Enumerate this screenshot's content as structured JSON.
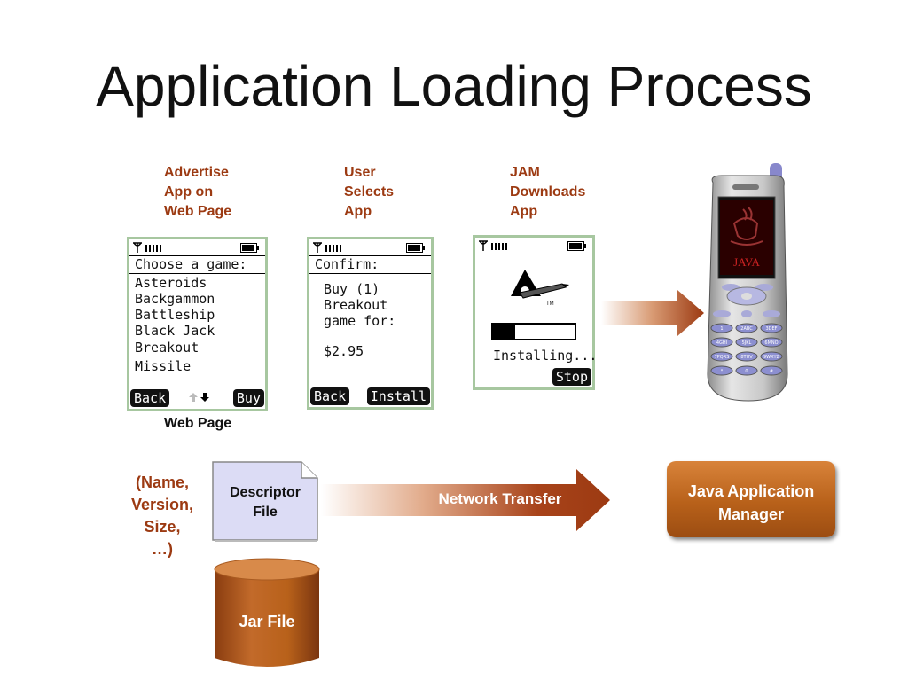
{
  "title": "Application Loading Process",
  "steps": [
    {
      "lines": [
        "Advertise",
        "App on",
        "Web Page"
      ]
    },
    {
      "lines": [
        "User",
        "Selects",
        "App"
      ]
    },
    {
      "lines": [
        "JAM",
        "Downloads",
        "App"
      ]
    }
  ],
  "screen1": {
    "header": "Choose a game:",
    "items": [
      "Asteroids",
      "Backgammon",
      "Battleship",
      "Black Jack",
      "Breakout",
      "Missile"
    ],
    "left_key": "Back",
    "right_key": "Buy"
  },
  "screen2": {
    "header": "Confirm:",
    "lines": [
      "Buy (1)",
      "Breakout",
      "game for:"
    ],
    "price": "$2.95",
    "left_key": "Back",
    "right_key": "Install"
  },
  "screen3": {
    "status": "Installing...",
    "progress": 0.27,
    "right_key": "Stop",
    "logo_tm": "TM"
  },
  "web_page_label": "Web Page",
  "descriptor": {
    "fields_lines": [
      "(Name,",
      "Version,",
      "Size,",
      "…)"
    ],
    "label_lines": [
      "Descriptor",
      "File"
    ]
  },
  "network_label": "Network Transfer",
  "jam_box_lines": [
    "Java Application",
    "Manager"
  ],
  "jar_label": "Jar File",
  "phone": {
    "brand": "JAVA",
    "keys": [
      "1",
      "2ABC",
      "3DEF",
      "4GHI",
      "5JKL",
      "6MNO",
      "7PQRS",
      "8TUV",
      "9WXYZ",
      "*",
      "0",
      "#"
    ]
  },
  "colors": {
    "accent": "#9c3a12",
    "box_orange": "#b8611a",
    "descriptor_fill": "#dcdcf5",
    "screen_border": "#a7c7a0"
  }
}
